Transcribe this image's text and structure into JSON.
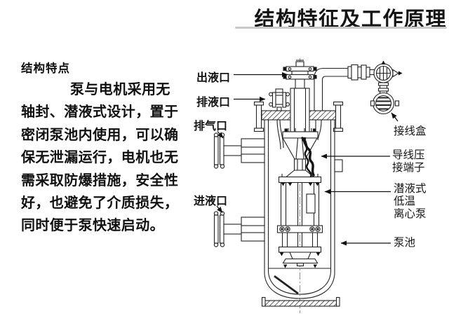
{
  "title": "结构特征及工作原理",
  "left_panel": {
    "heading": "结构特点",
    "paragraph_lines": [
      "泵与电机采用无",
      "轴封、潜液式设计，置于",
      "密闭泵池内使用，可以确",
      "保无泄漏运行，电机也无",
      "需采取防爆措施，安全性",
      "好，也避免了介质损失，",
      "同时便于泵快速启动。"
    ]
  },
  "diagram": {
    "labels": {
      "outlet": "出液口",
      "drain": "排液口",
      "vent": "排气口",
      "inlet": "进液口",
      "junction_box": "接线盒",
      "terminal_line1": "导线压",
      "terminal_line2": "接端子",
      "pump_line1": "潜液式",
      "pump_line2": "低温",
      "pump_line3": "离心泵",
      "pool": "泵池"
    }
  },
  "colors": {
    "background": "#ffffff",
    "text": "#111111",
    "title_underline": "#c9c9c9",
    "diagram_stroke": "#222222",
    "cable": "#151515"
  }
}
